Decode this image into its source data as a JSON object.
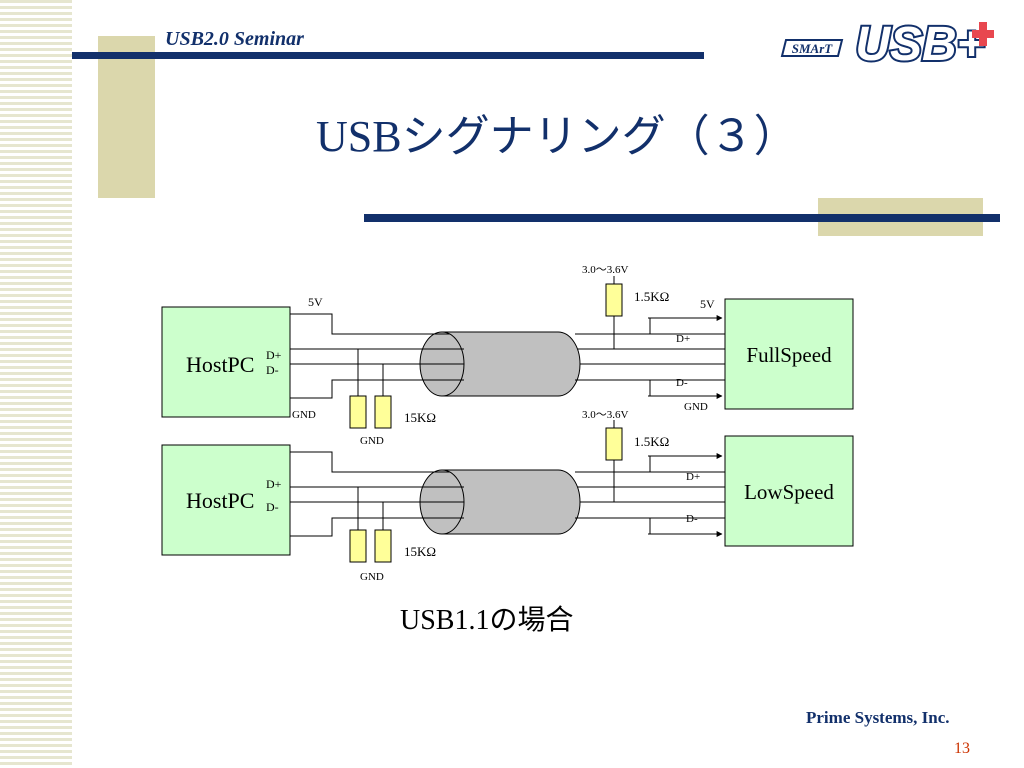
{
  "header": {
    "seminar": "USB2.0 Seminar"
  },
  "title": "USBシグナリング（３）",
  "logo": {
    "small": "SMArT",
    "big": "USB+"
  },
  "diagram": {
    "top": {
      "host": {
        "label": "HostPC",
        "dplus": "D+",
        "dminus": "D-",
        "v5": "5V",
        "gnd": "GND"
      },
      "pulldown": {
        "value": "15KΩ",
        "gnd": "GND"
      },
      "pullup": {
        "supply": "3.0～3.6V",
        "value": "1.5KΩ"
      },
      "device": {
        "label": "FullSpeed",
        "v5": "5V",
        "dplus": "D+",
        "dminus": "D-",
        "gnd": "GND"
      }
    },
    "bottom": {
      "host": {
        "label": "HostPC",
        "dplus": "D+",
        "dminus": "D-"
      },
      "pulldown": {
        "value": "15KΩ",
        "gnd": "GND"
      },
      "pullup": {
        "supply": "3.0～3.6V",
        "value": "1.5KΩ"
      },
      "device": {
        "label": "LowSpeed",
        "dplus": "D+",
        "dminus": "D-"
      }
    }
  },
  "subtitle": "USB1.1の場合",
  "footer": {
    "company": "Prime Systems, Inc.",
    "page": "13"
  },
  "colors": {
    "navy": "#12306b",
    "box": "#ccffcc",
    "resistor": "#ffff99",
    "cable": "#c0c0c0",
    "accent": "#dbd7ac"
  }
}
